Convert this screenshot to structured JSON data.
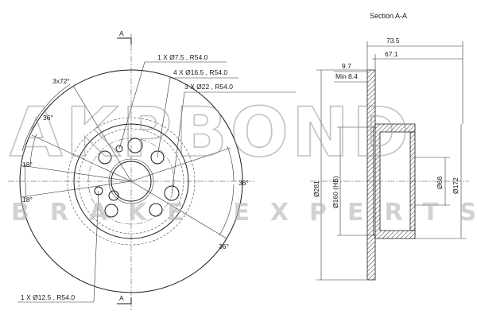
{
  "section_title": "Section A-A",
  "section_marker_top": "A",
  "section_marker_bottom": "A",
  "callouts": {
    "hole_small": "1 X Ø7.5 , R54.0",
    "hole_bolts": "4 X Ø16.5 , R54.0",
    "hole_mid": "3 X Ø22 , R54.0",
    "hole_bottom": "1 X Ø12.5 , R54.0"
  },
  "angles": {
    "pattern": "3x72°",
    "left_upper": "36°",
    "left_18_top": "18°",
    "left_18_bottom": "18°",
    "right_mid": "36°",
    "right_bottom": "36°"
  },
  "dimensions": {
    "overall_height": "73.5",
    "hat_height": "67.1",
    "disc_thickness": "9.7",
    "min_thickness": "Min 8.4",
    "outer_diameter": "Ø281",
    "hub_bore": "Ø160 (HB)",
    "center_bore": "Ø68",
    "hat_diameter": "Ø172"
  },
  "watermark": {
    "brand": "AKPBOND",
    "tagline": "BRAKE EXPERTS"
  },
  "colors": {
    "line": "#1a1a1a",
    "watermark": "#8f8f8f"
  }
}
